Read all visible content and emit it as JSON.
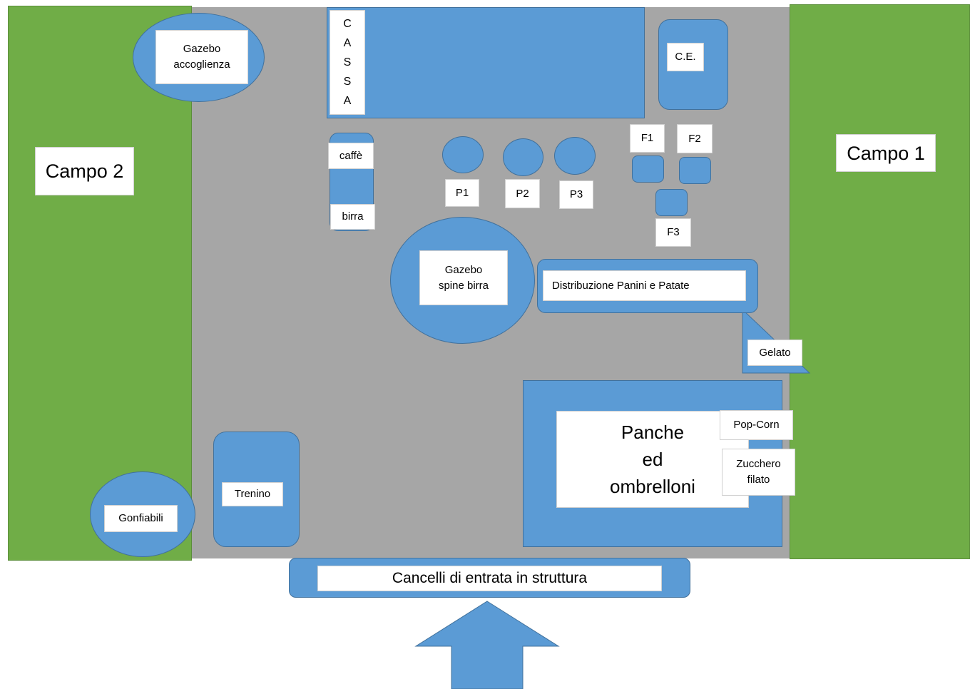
{
  "labels": {
    "campo2": "Campo 2",
    "campo1": "Campo 1",
    "gazebo_accoglienza": [
      "Gazebo",
      "accoglienza"
    ],
    "cassa": [
      "C",
      "A",
      "S",
      "S",
      "A"
    ],
    "ce": "C.E.",
    "caffe": "caffè",
    "birra": "birra",
    "p1": "P1",
    "p2": "P2",
    "p3": "P3",
    "f1": "F1",
    "f2": "F2",
    "f3": "F3",
    "gazebo_spine": [
      "Gazebo",
      "spine birra"
    ],
    "distribuzione": "Distribuzione Panini e Patate",
    "gelato": "Gelato",
    "panche": [
      "Panche",
      "ed",
      "ombrelloni"
    ],
    "popcorn": "Pop-Corn",
    "zucchero": [
      "Zucchero",
      "filato"
    ],
    "trenino": "Trenino",
    "gonfiabili": "Gonfiabili",
    "cancelli": "Cancelli di entrata in struttura"
  },
  "colors": {
    "field": "#70ad47",
    "area": "#a6a6a6",
    "shape": "#5b9bd5"
  },
  "icons": {
    "entrance": "up-arrow-icon"
  }
}
